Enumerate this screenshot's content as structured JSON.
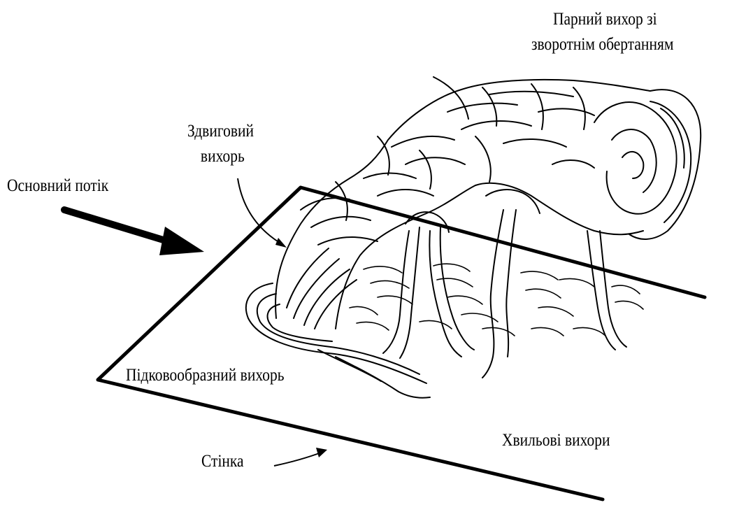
{
  "labels": {
    "main_flow": "Основний потік",
    "shear_vortex_line1": "Здвиговий",
    "shear_vortex_line2": "вихорь",
    "paired_vortex_line1": "Парний вихор зі",
    "paired_vortex_line2": "зворотнім обертанням",
    "horseshoe_vortex": "Підковообразний вихорь",
    "wave_vortices": "Хвильові вихори",
    "wall": "Стінка"
  },
  "colors": {
    "ink": "#000000",
    "background": "#ffffff"
  }
}
